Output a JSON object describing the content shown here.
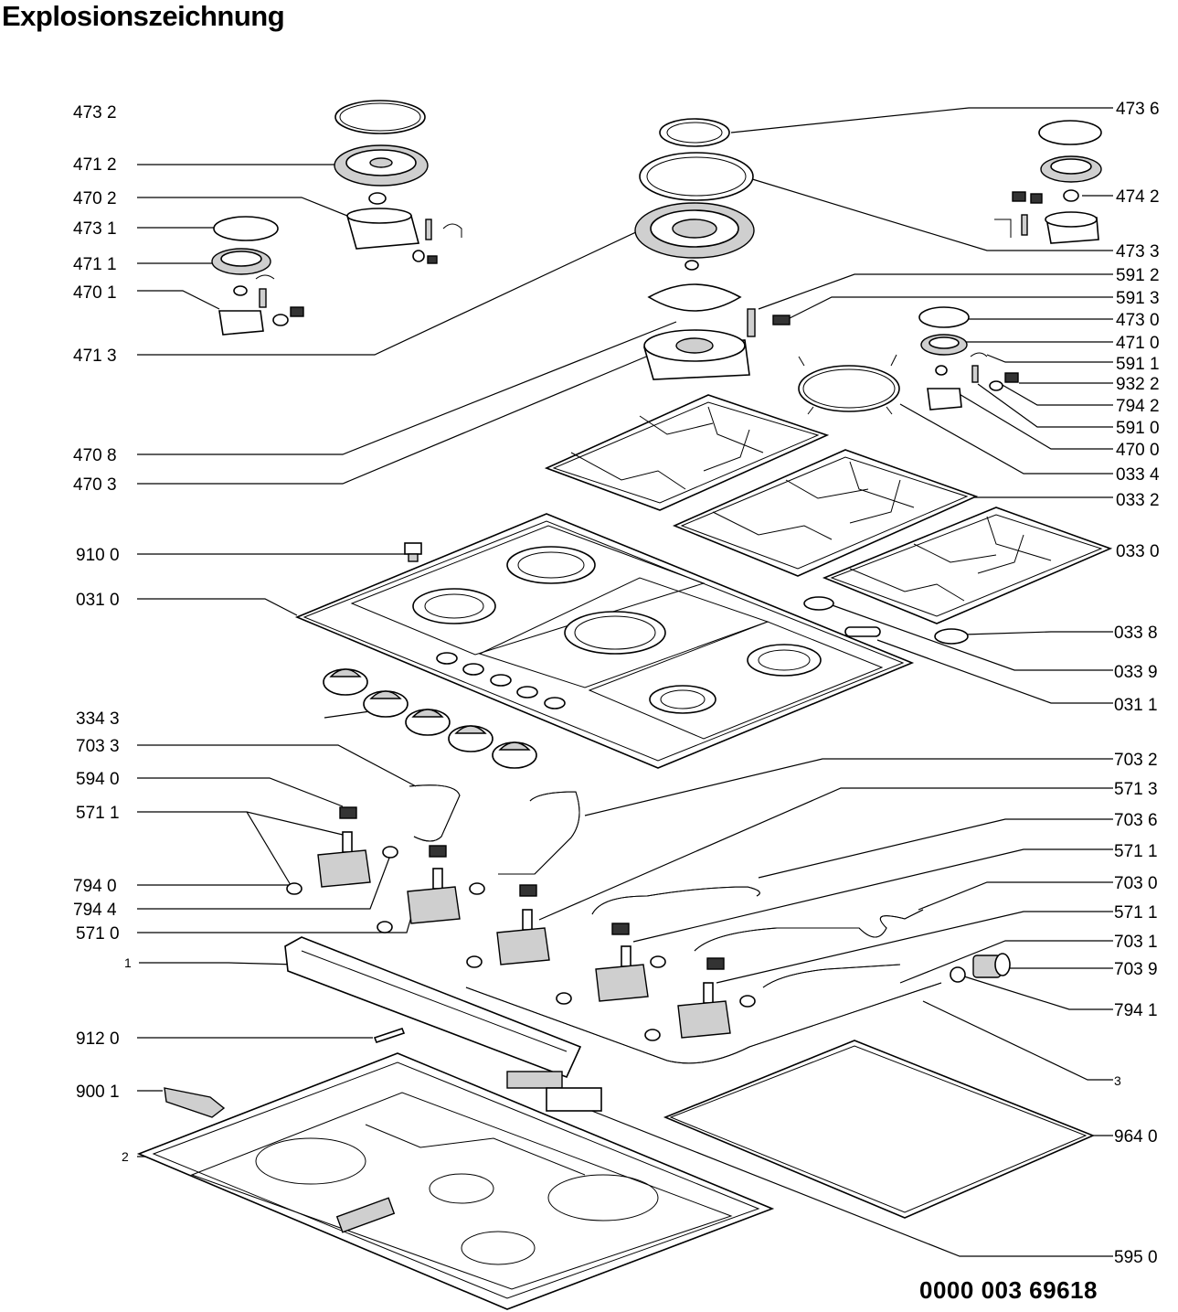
{
  "title": "Explosionszeichnung",
  "document_number": "0000 003 69618",
  "labels_left": [
    {
      "id": "l-4732",
      "text": "473 2"
    },
    {
      "id": "l-4712",
      "text": "471 2"
    },
    {
      "id": "l-4702",
      "text": "470 2"
    },
    {
      "id": "l-4731",
      "text": "473 1"
    },
    {
      "id": "l-4711",
      "text": "471 1"
    },
    {
      "id": "l-4701",
      "text": "470 1"
    },
    {
      "id": "l-4713",
      "text": "471 3"
    },
    {
      "id": "l-4708",
      "text": "470 8"
    },
    {
      "id": "l-4703",
      "text": "470 3"
    },
    {
      "id": "l-9100",
      "text": "910 0"
    },
    {
      "id": "l-0310",
      "text": "031 0"
    },
    {
      "id": "l-3343",
      "text": "334 3"
    },
    {
      "id": "l-7033",
      "text": "703 3"
    },
    {
      "id": "l-5940",
      "text": "594 0"
    },
    {
      "id": "l-5711a",
      "text": "571 1"
    },
    {
      "id": "l-7940",
      "text": "794 0"
    },
    {
      "id": "l-7944",
      "text": "794 4"
    },
    {
      "id": "l-5710",
      "text": "571 0"
    },
    {
      "id": "l-1",
      "text": "1"
    },
    {
      "id": "l-9120",
      "text": "912 0"
    },
    {
      "id": "l-9001",
      "text": "900 1"
    },
    {
      "id": "l-2",
      "text": "2"
    }
  ],
  "labels_right": [
    {
      "id": "r-4736",
      "text": "473 6"
    },
    {
      "id": "r-4742",
      "text": "474 2"
    },
    {
      "id": "r-4733",
      "text": "473 3"
    },
    {
      "id": "r-5912",
      "text": "591 2"
    },
    {
      "id": "r-5913",
      "text": "591 3"
    },
    {
      "id": "r-4730",
      "text": "473 0"
    },
    {
      "id": "r-4710",
      "text": "471 0"
    },
    {
      "id": "r-5911",
      "text": "591 1"
    },
    {
      "id": "r-9322",
      "text": "932 2"
    },
    {
      "id": "r-7942",
      "text": "794 2"
    },
    {
      "id": "r-5910",
      "text": "591 0"
    },
    {
      "id": "r-4700",
      "text": "470 0"
    },
    {
      "id": "r-0334",
      "text": "033 4"
    },
    {
      "id": "r-0332",
      "text": "033 2"
    },
    {
      "id": "r-0330",
      "text": "033 0"
    },
    {
      "id": "r-0338",
      "text": "033 8"
    },
    {
      "id": "r-0339",
      "text": "033 9"
    },
    {
      "id": "r-0311",
      "text": "031 1"
    },
    {
      "id": "r-7032",
      "text": "703 2"
    },
    {
      "id": "r-5713",
      "text": "571 3"
    },
    {
      "id": "r-7036",
      "text": "703 6"
    },
    {
      "id": "r-5711b",
      "text": "571 1"
    },
    {
      "id": "r-7030",
      "text": "703 0"
    },
    {
      "id": "r-5711c",
      "text": "571 1"
    },
    {
      "id": "r-7031",
      "text": "703 1"
    },
    {
      "id": "r-7039",
      "text": "703 9"
    },
    {
      "id": "r-7941",
      "text": "794 1"
    },
    {
      "id": "r-3",
      "text": "3"
    },
    {
      "id": "r-9640",
      "text": "964 0"
    },
    {
      "id": "r-5950",
      "text": "595 0"
    }
  ]
}
